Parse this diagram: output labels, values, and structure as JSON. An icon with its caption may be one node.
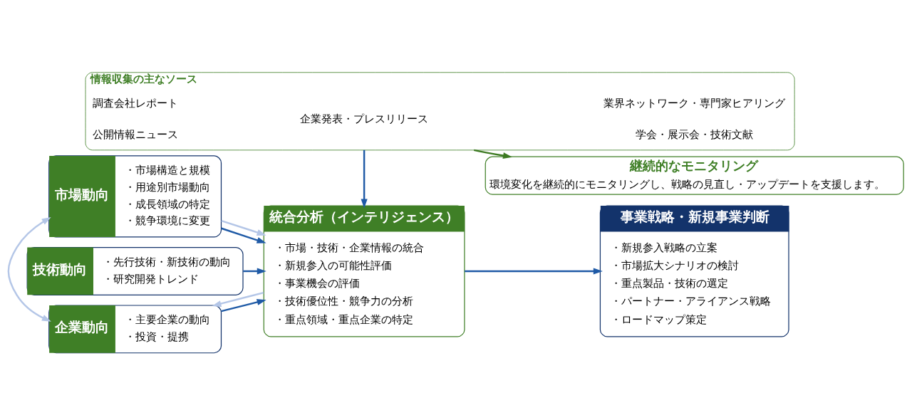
{
  "diagram": {
    "nodes": [
      {
        "text": [
          "市場動向",
          "・市場構造と規模",
          "・用途別市場動向",
          "・成長領域の特定",
          "・競争環境に変更"
        ]
      },
      {
        "text": [
          "技術動向",
          "・先行技術・新技術の動向",
          "・研究開発トレンド"
        ]
      },
      {
        "text": [
          "企業動向",
          "・主要企業の動向",
          "・投資・提携"
        ]
      },
      {
        "text": [
          "統合分析（インテリジェンス）",
          "・市場・技術・企業情報の統合",
          "・新規参入の可能性評価",
          "・事業機会の評価",
          "・技術優位性・競争力の分析",
          "・重点領域・重点企業の特定"
        ]
      },
      {
        "text": [
          "事業戦略・新規事業判断",
          "・新規参入戦略の立案",
          "・市場拡大シナリオの検討",
          "・重点製品・技術の選定",
          "・パートナー・アライアンス戦略",
          "・ロードマップ策定"
        ]
      },
      {
        "text": [
          "情報収集の主なソース"
        ]
      },
      {
        "text": [
          "調査会社レポート"
        ],
        "in": 5
      },
      {
        "text": [
          "公開情報ニュース"
        ],
        "in": 5
      },
      {
        "text": [
          "企業発表・プレスリリース"
        ],
        "in": 5
      },
      {
        "text": [
          "業界ネットワーク・専門家ヒアリング"
        ],
        "in": 5
      },
      {
        "text": [
          "学会・展示会・技術文献"
        ],
        "in": 5
      },
      {
        "text": [
          "継続的なモニタリング",
          "環境変化を継続的にモニタリングし、戦略の見直し・アップデートを支援します。"
        ]
      }
    ],
    "edges": [
      {
        "from": 0,
        "to": 3,
        "arrow": "to"
      },
      {
        "from": 1,
        "to": 3,
        "arrow": "to"
      },
      {
        "from": 2,
        "to": 3,
        "arrow": "to"
      },
      {
        "from": 3,
        "to": 4,
        "arrow": "to"
      },
      {
        "from": 5,
        "to": 3,
        "arrow": "to"
      },
      {
        "from": 5,
        "to": 11,
        "arrow": "to",
        "color": "#3d7a22"
      },
      {
        "from": 0,
        "to": 3,
        "arrow": "to",
        "color": "#b4c6e7"
      },
      {
        "from": 3,
        "to": 2,
        "arrow": "to",
        "color": "#b4c6e7"
      },
      {
        "from": 0,
        "to": 2,
        "arrow": "both",
        "color": "#b4c6e7"
      }
    ]
  }
}
